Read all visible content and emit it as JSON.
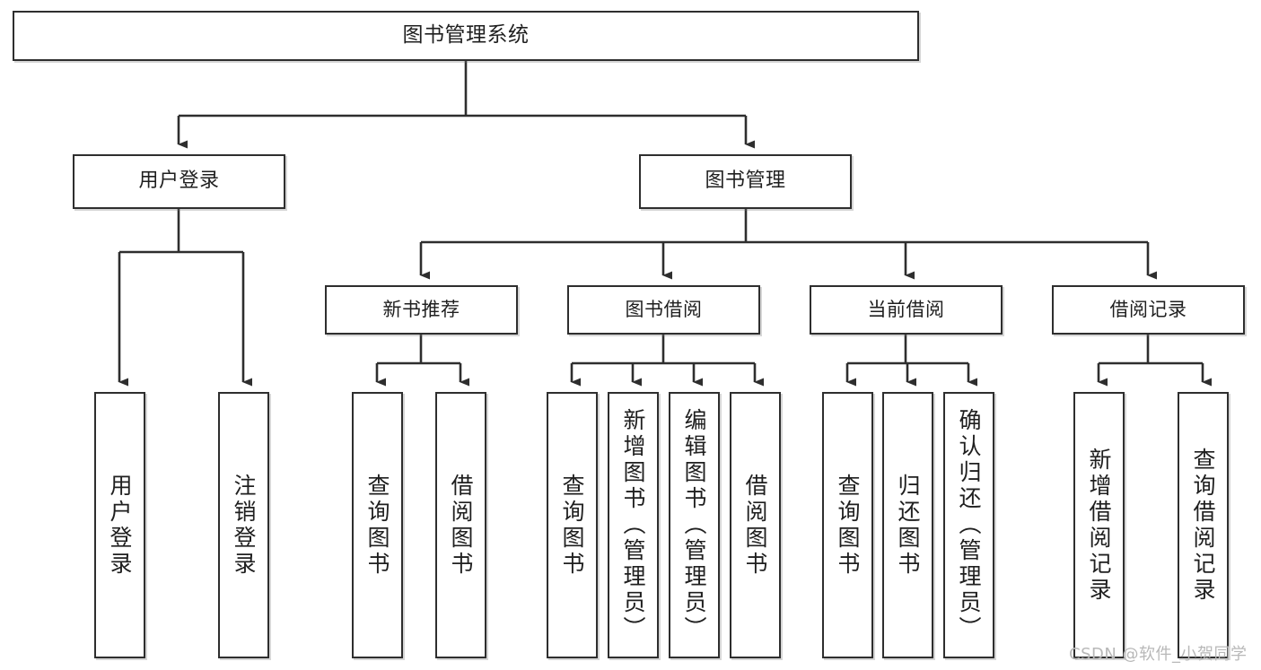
{
  "diagram": {
    "type": "tree-hierarchy",
    "title": "图书管理系统",
    "watermark": "CSDN @软件_小贺同学",
    "colors": {
      "box_border": "#2e2e2e",
      "box_fill": "#ffffff",
      "connector": "#2e2e2e",
      "text": "#1f1f1f",
      "watermark": "#b8b8b8",
      "page_background": "#ffffff"
    },
    "nodes": {
      "root": {
        "label": "图书管理系统",
        "level": 0
      },
      "level1": [
        {
          "id": "user-login",
          "label": "用户登录"
        },
        {
          "id": "book-management",
          "label": "图书管理"
        }
      ],
      "level2": [
        {
          "id": "new-book-recommend",
          "label": "新书推荐",
          "parent": "book-management"
        },
        {
          "id": "book-borrow",
          "label": "图书借阅",
          "parent": "book-management"
        },
        {
          "id": "current-borrow",
          "label": "当前借阅",
          "parent": "book-management"
        },
        {
          "id": "borrow-record",
          "label": "借阅记录",
          "parent": "book-management"
        }
      ],
      "leaves": [
        {
          "id": "leaf-user-login",
          "label": "用户登录",
          "parent": "user-login"
        },
        {
          "id": "leaf-user-logout",
          "label": "注销登录",
          "parent": "user-login"
        },
        {
          "id": "leaf-query-book-1",
          "label": "查询图书",
          "parent": "new-book-recommend"
        },
        {
          "id": "leaf-borrow-book-1",
          "label": "借阅图书",
          "parent": "new-book-recommend"
        },
        {
          "id": "leaf-query-book-2",
          "label": "查询图书",
          "parent": "book-borrow"
        },
        {
          "id": "leaf-add-book",
          "label": "新增图书（管理员）",
          "parent": "book-borrow"
        },
        {
          "id": "leaf-edit-book",
          "label": "编辑图书（管理员）",
          "parent": "book-borrow"
        },
        {
          "id": "leaf-borrow-book-2",
          "label": "借阅图书",
          "parent": "book-borrow"
        },
        {
          "id": "leaf-query-book-3",
          "label": "查询图书",
          "parent": "current-borrow"
        },
        {
          "id": "leaf-return-book",
          "label": "归还图书",
          "parent": "current-borrow"
        },
        {
          "id": "leaf-confirm-return",
          "label": "确认归还（管理员）",
          "parent": "current-borrow"
        },
        {
          "id": "leaf-add-record",
          "label": "新增借阅记录",
          "parent": "borrow-record"
        },
        {
          "id": "leaf-query-record",
          "label": "查询借阅记录",
          "parent": "borrow-record"
        }
      ]
    }
  }
}
